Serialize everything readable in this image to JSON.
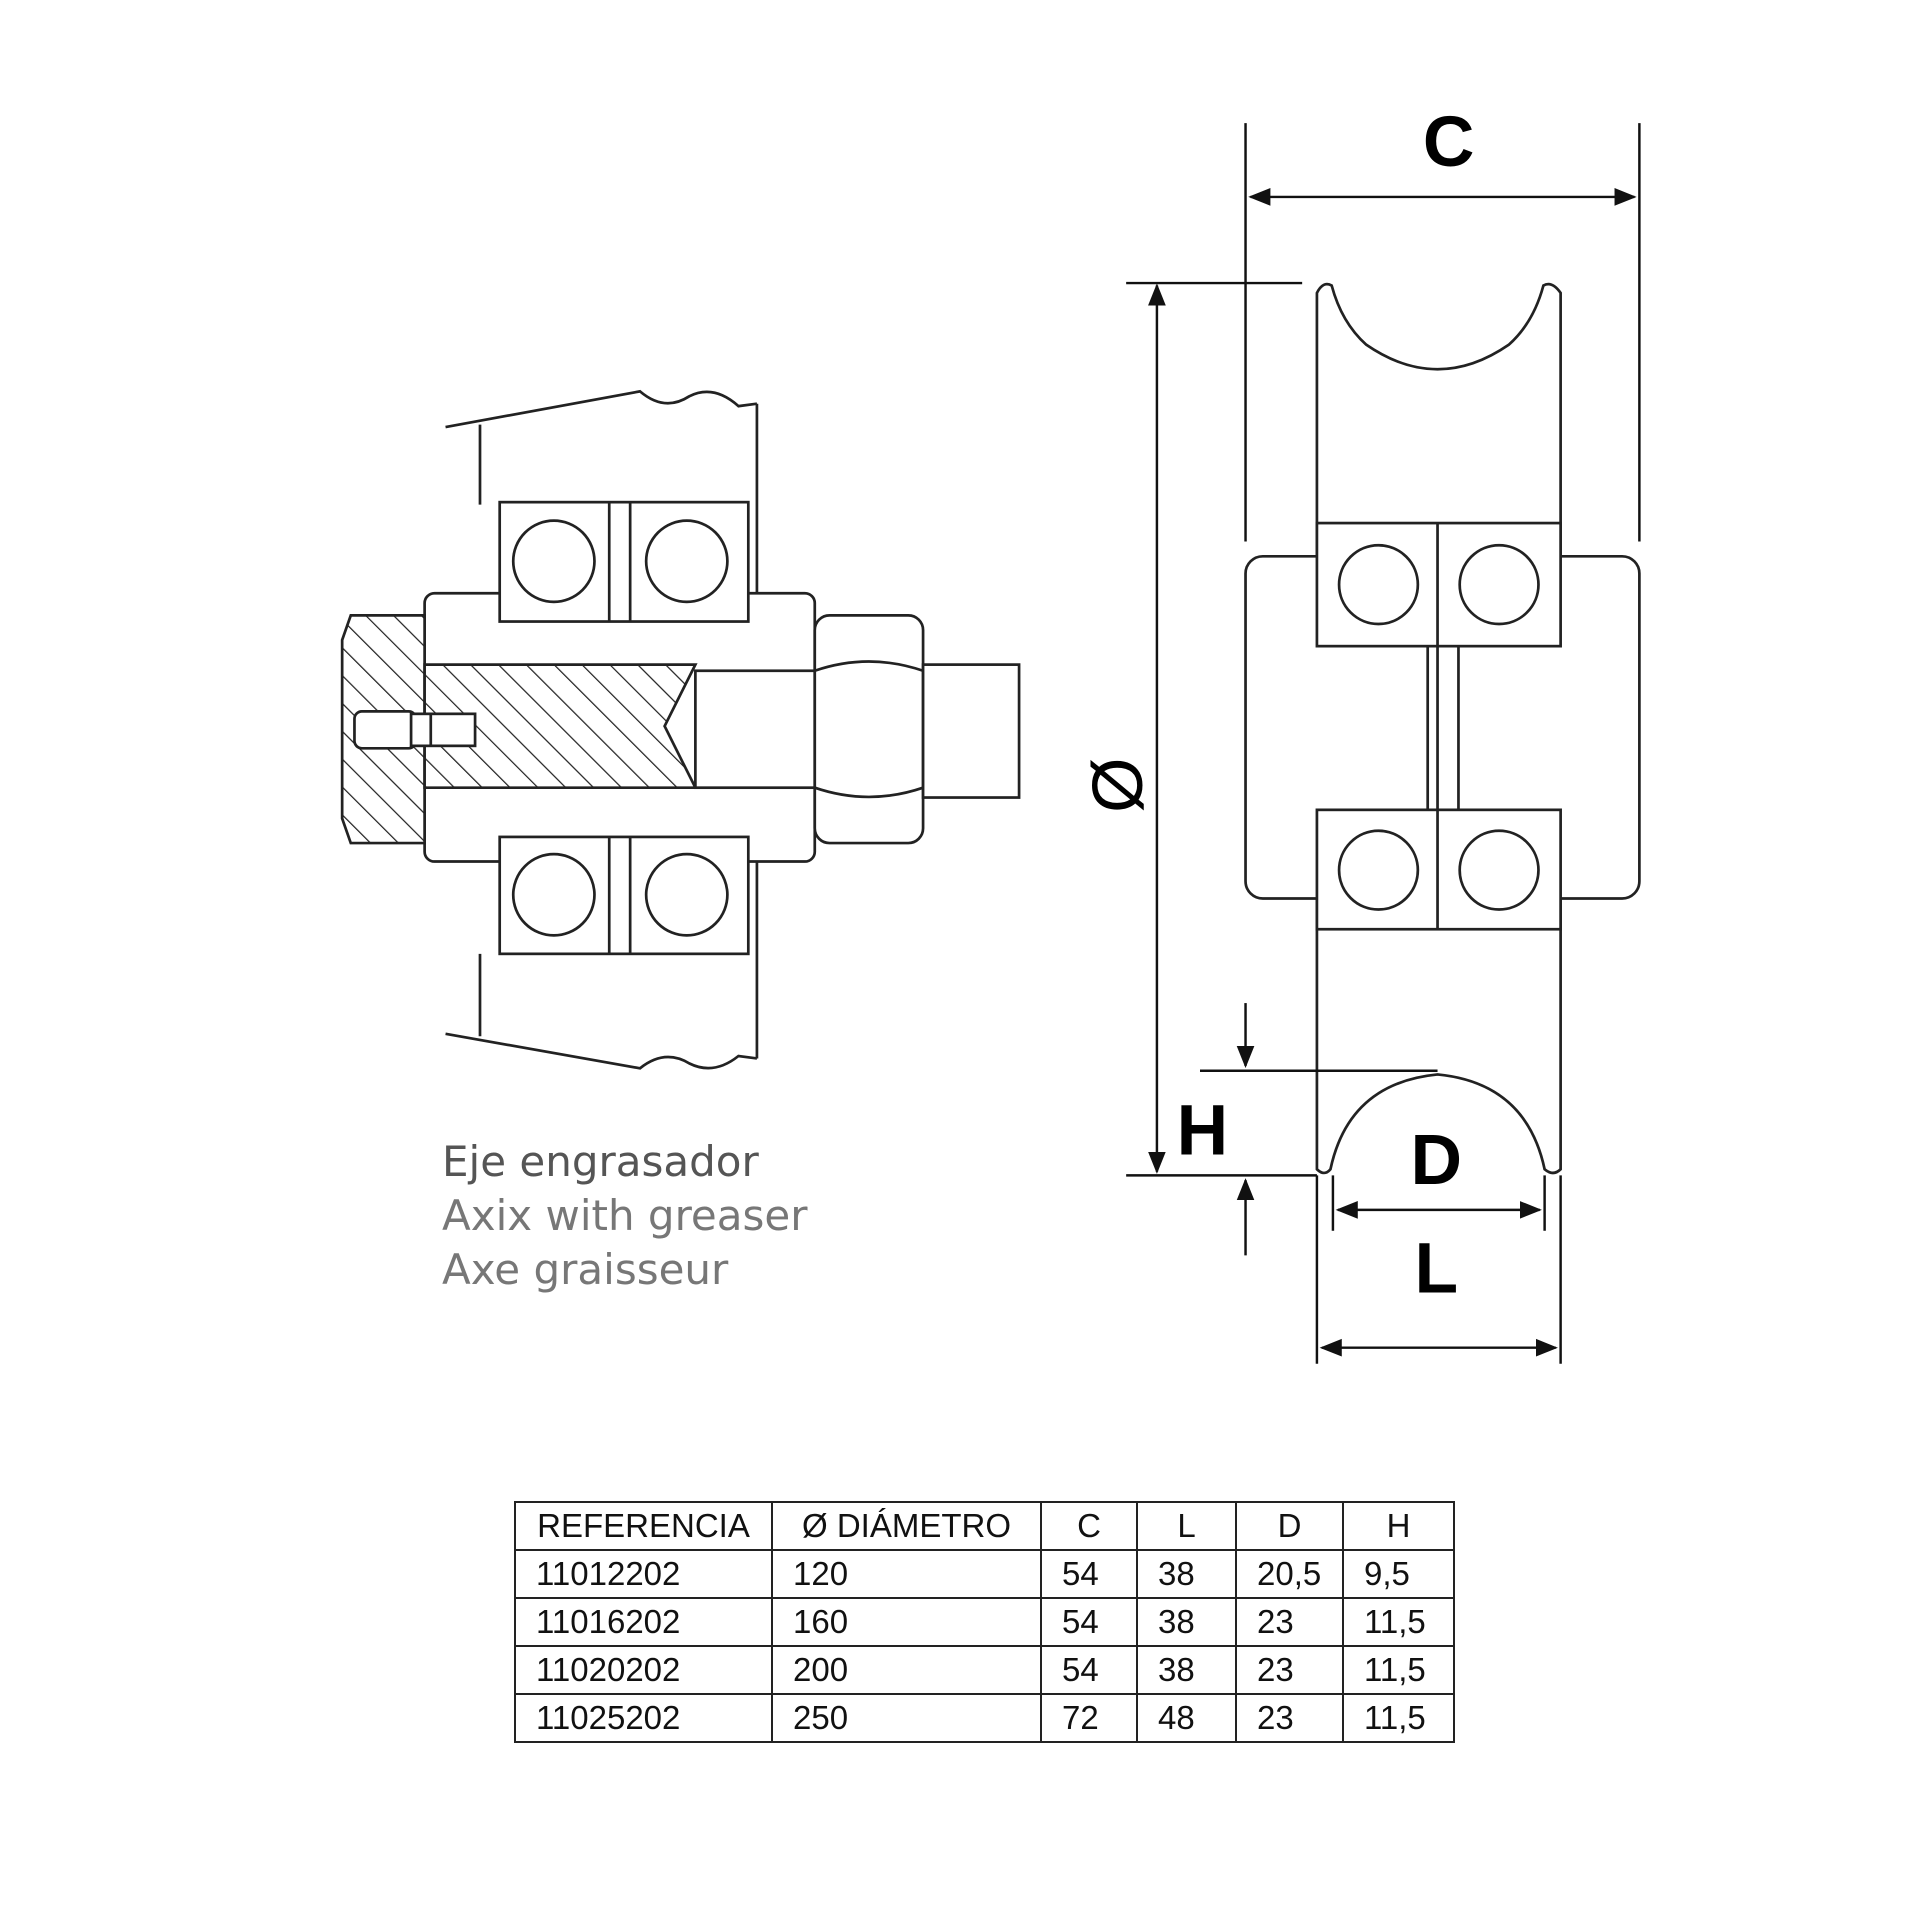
{
  "caption": {
    "es": "Eje engrasador",
    "en": "Axix with greaser",
    "fr": "Axe graisseur"
  },
  "dimension_labels": {
    "C": "C",
    "diameter": "Ø",
    "H": "H",
    "D": "D",
    "L": "L"
  },
  "table": {
    "headers": [
      "REFERENCIA",
      "Ø DIÁMETRO",
      "C",
      "L",
      "D",
      "H"
    ],
    "rows": [
      [
        "11012202",
        "120",
        "54",
        "38",
        "20,5",
        "9,5"
      ],
      [
        "11016202",
        "160",
        "54",
        "38",
        "23",
        "11,5"
      ],
      [
        "11020202",
        "200",
        "54",
        "38",
        "23",
        "11,5"
      ],
      [
        "11025202",
        "250",
        "72",
        "48",
        "23",
        "11,5"
      ]
    ]
  }
}
